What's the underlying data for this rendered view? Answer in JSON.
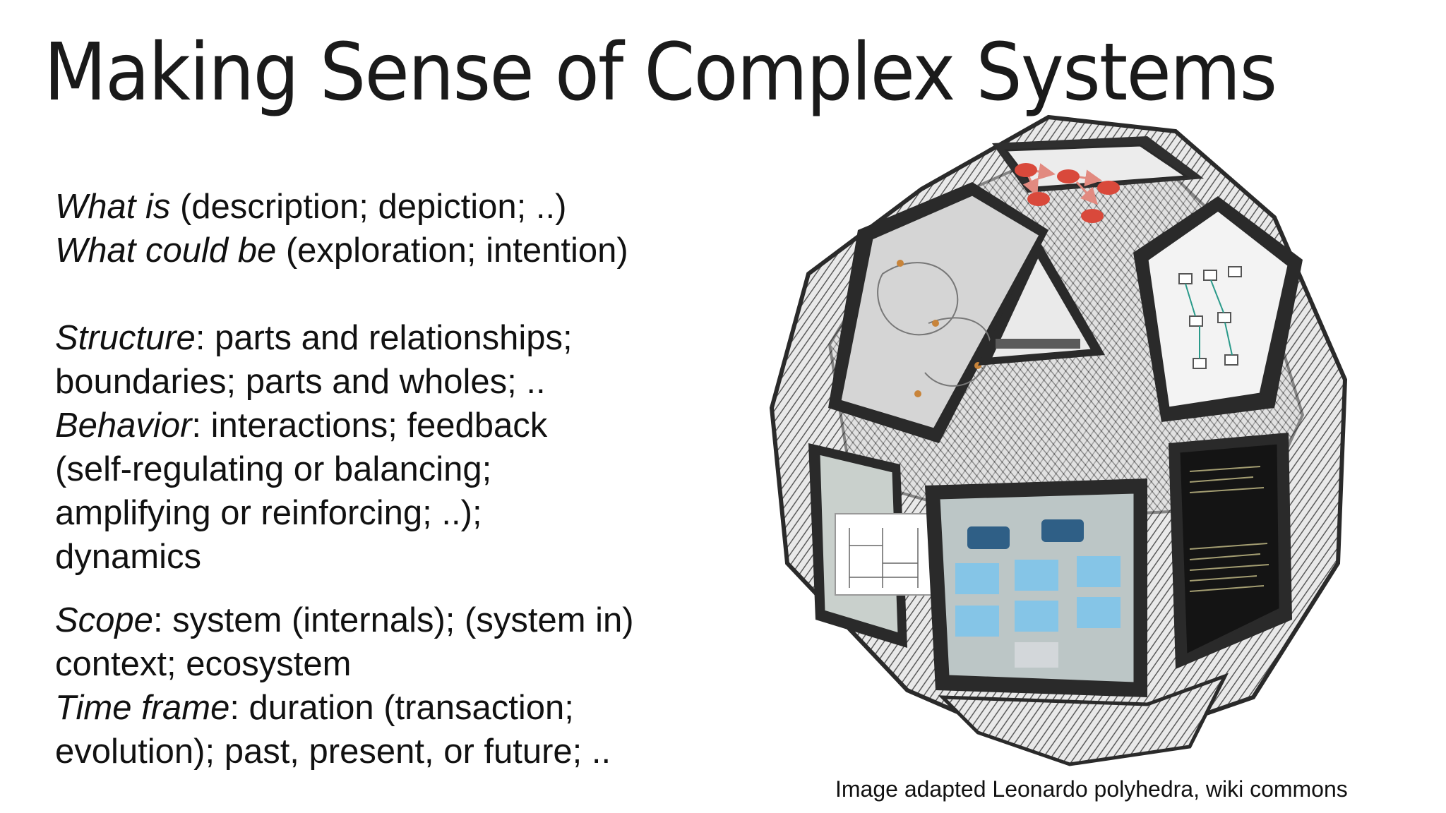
{
  "slide": {
    "title": "Making Sense of Complex Systems"
  },
  "content": {
    "p1": {
      "l1_em": "What is",
      "l1_rest": " (description; depiction; ..)",
      "l2_em": "What could be",
      "l2_rest": " (exploration; intention)"
    },
    "p2": {
      "l1_em": "Structure",
      "l1_rest": ": parts and relationships;",
      "l2": "boundaries; parts and wholes; ..",
      "l3_em": "Behavior",
      "l3_rest": ": interactions; feedback",
      "l4": "(self-regulating or balancing;",
      "l5": "amplifying or reinforcing; ..);",
      "l6": "dynamics"
    },
    "p3": {
      "l1_em": "Scope",
      "l1_rest": ": system (internals); (system in)",
      "l2": "context; ecosystem",
      "l3_em": "Time frame",
      "l3_rest": ": duration (transaction;",
      "l4": "evolution); past, present, or future; .."
    }
  },
  "figure": {
    "caption": "Image adapted Leonardo polyhedra, wiki commons",
    "colors": {
      "frame": "#3a3a3a",
      "hatch": "#6b6b6b",
      "node_red": "#d9493b",
      "box_blue": "#7ec4ea",
      "box_navy": "#2f5f86",
      "dark_panel": "#141414"
    }
  }
}
